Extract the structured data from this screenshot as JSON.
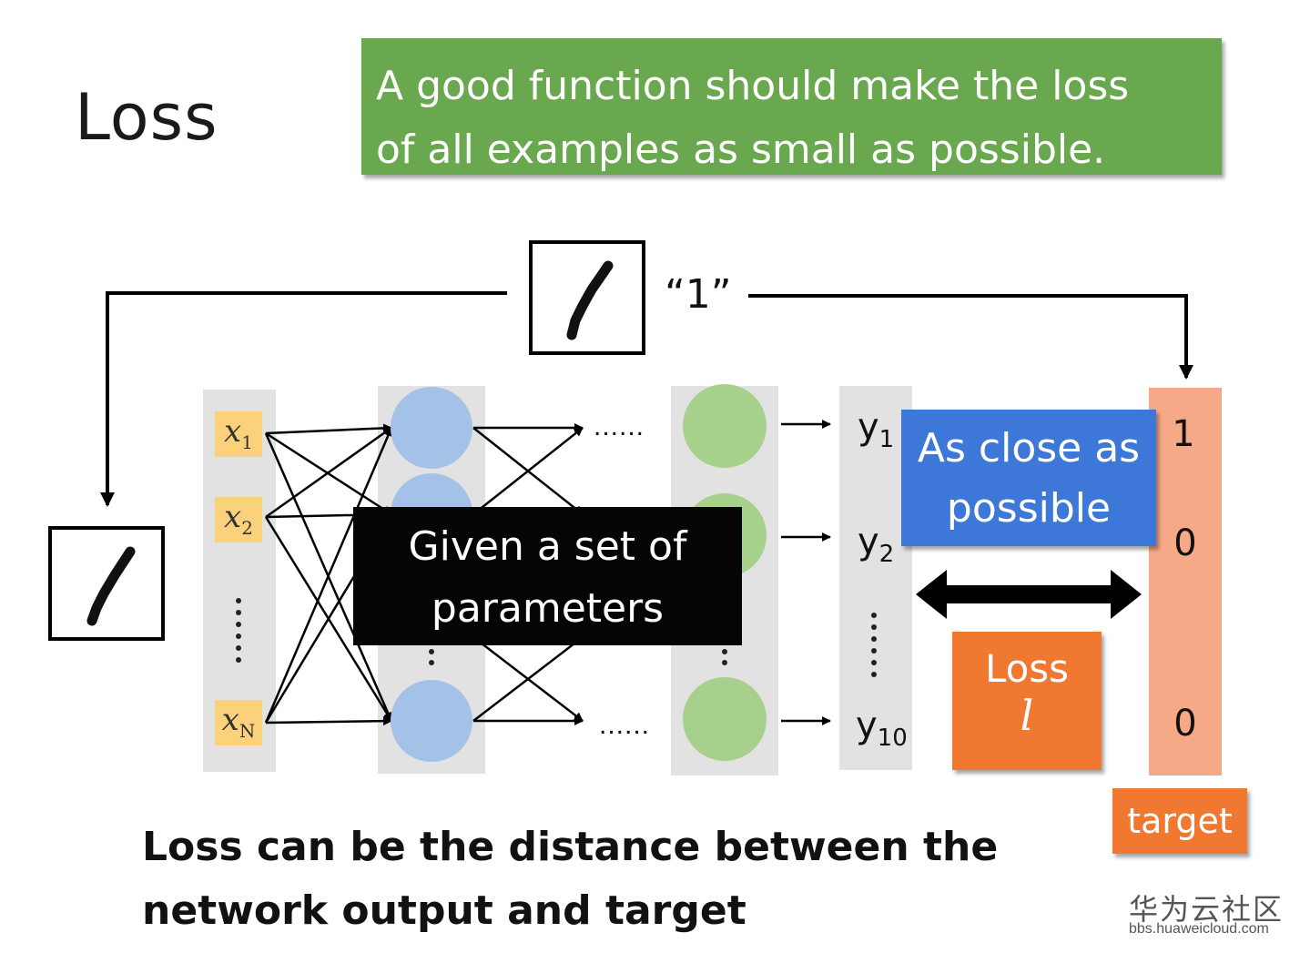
{
  "title": "Loss",
  "green_box": {
    "line1": "A good function should make the loss",
    "line2": "of all examples as small as possible."
  },
  "label_quote": "“1”",
  "inputs": [
    {
      "base": "x",
      "sub": "1"
    },
    {
      "base": "x",
      "sub": "2"
    },
    {
      "base": "x",
      "sub": "N"
    }
  ],
  "outputs": [
    {
      "base": "y",
      "sub": "1"
    },
    {
      "base": "y",
      "sub": "2"
    },
    {
      "base": "y",
      "sub": "10"
    }
  ],
  "ellipsis": "......",
  "blue_box": {
    "line1": "As close as",
    "line2": "possible"
  },
  "black_box": {
    "line1": "Given a set of",
    "line2": "parameters"
  },
  "loss_box": {
    "line1": "Loss",
    "line2": "l"
  },
  "target_values": [
    "1",
    "0",
    "0"
  ],
  "target_label": "target",
  "bottom_text": {
    "line1": "Loss can be the distance between the",
    "line2": "network output and target"
  },
  "watermark": {
    "cn": "华为云社区",
    "url": "bbs.huaweicloud.com"
  },
  "colors": {
    "green": "#6aa84f",
    "blue": "#3d78d8",
    "orange": "#f07830",
    "target_bg": "#f6a987",
    "input_bg": "#fbd27b",
    "node_blue": "#a4c2e8",
    "node_green": "#a8d08d"
  }
}
